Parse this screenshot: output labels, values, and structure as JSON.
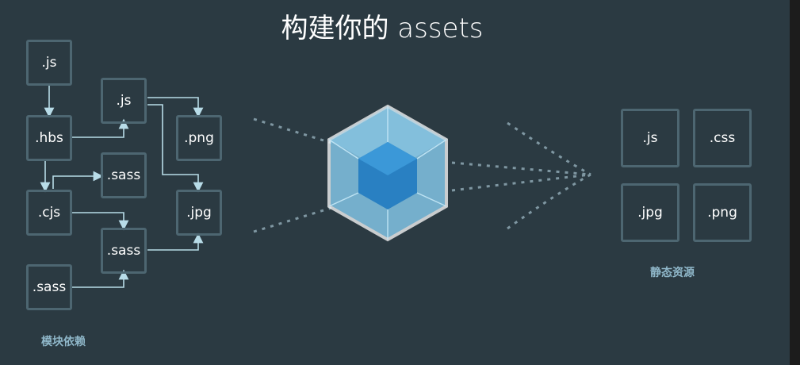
{
  "title": "构建你的 assets",
  "modules": {
    "caption": "模块依赖",
    "boxes": [
      ".js",
      ".hbs",
      ".cjs",
      ".sass",
      ".js",
      ".sass",
      ".sass",
      ".png",
      ".jpg"
    ]
  },
  "assets": {
    "caption": "静态资源",
    "boxes": [
      ".js",
      ".css",
      ".jpg",
      ".png"
    ]
  },
  "colors": {
    "background": "#2b3a42",
    "box_border": "#4d6671",
    "arrow": "#b8dce8",
    "caption": "#8fb7c9",
    "cube_outer": "#8ed6fb",
    "cube_inner": "#1c78c0"
  }
}
